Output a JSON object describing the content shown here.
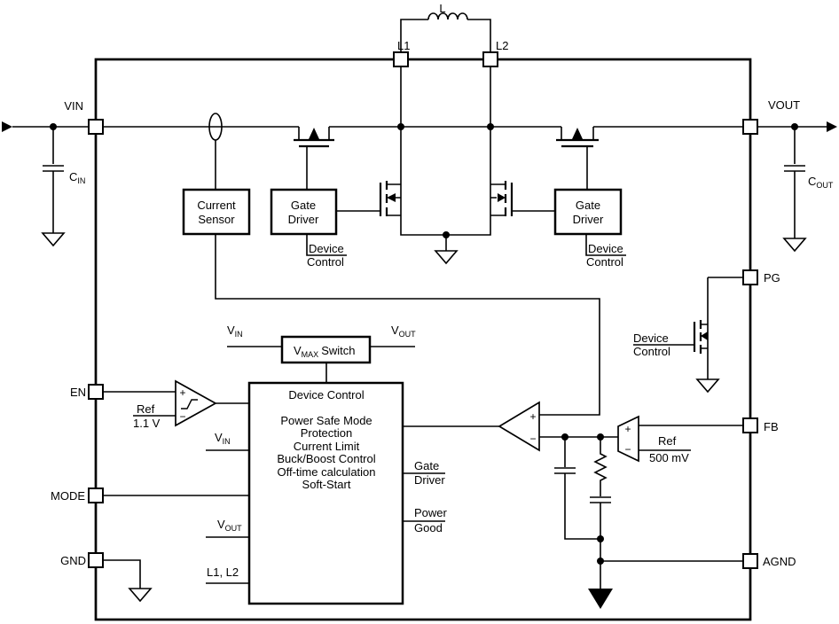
{
  "colors": {
    "ink": "#000000",
    "paper": "#ffffff"
  },
  "pins": {
    "vin": "VIN",
    "vout": "VOUT",
    "en": "EN",
    "mode": "MODE",
    "gnd": "GND",
    "l1": "L1",
    "l2": "L2",
    "pg": "PG",
    "fb": "FB",
    "agnd": "AGND"
  },
  "passives": {
    "inductor": "L",
    "cin": {
      "base": "C",
      "sub": "IN"
    },
    "cout": {
      "base": "C",
      "sub": "OUT"
    }
  },
  "blocks": {
    "current_sensor": {
      "line1": "Current",
      "line2": "Sensor"
    },
    "gate_driver_left": {
      "line1": "Gate",
      "line2": "Driver"
    },
    "gate_driver_right": {
      "line1": "Gate",
      "line2": "Driver"
    },
    "vmax_switch": {
      "base": "V",
      "sub": "MAX",
      "rest": "Switch"
    },
    "device_control": {
      "title": "Device Control",
      "functions": [
        "Power Safe Mode",
        "Protection",
        "Current Limit",
        "Buck/Boost Control",
        "Off-time calculation",
        "Soft-Start"
      ]
    }
  },
  "signals": {
    "device_control_tag": {
      "line1": "Device",
      "line2": "Control"
    },
    "vmax_in": {
      "base": "V",
      "sub": "IN"
    },
    "vmax_out": {
      "base": "V",
      "sub": "OUT"
    },
    "dc_in_vin": {
      "base": "V",
      "sub": "IN"
    },
    "dc_in_vout": {
      "base": "V",
      "sub": "OUT"
    },
    "dc_in_l1l2": "L1, L2",
    "dc_out_gate": {
      "line1": "Gate",
      "line2": "Driver"
    },
    "dc_out_power": {
      "line1": "Power",
      "line2": "Good"
    },
    "en_ref": {
      "line1": "Ref",
      "line2": "1.1 V"
    },
    "fb_ref": {
      "line1": "Ref",
      "line2": "500 mV"
    }
  },
  "amp_signs": {
    "plus": "+",
    "minus": "−"
  }
}
